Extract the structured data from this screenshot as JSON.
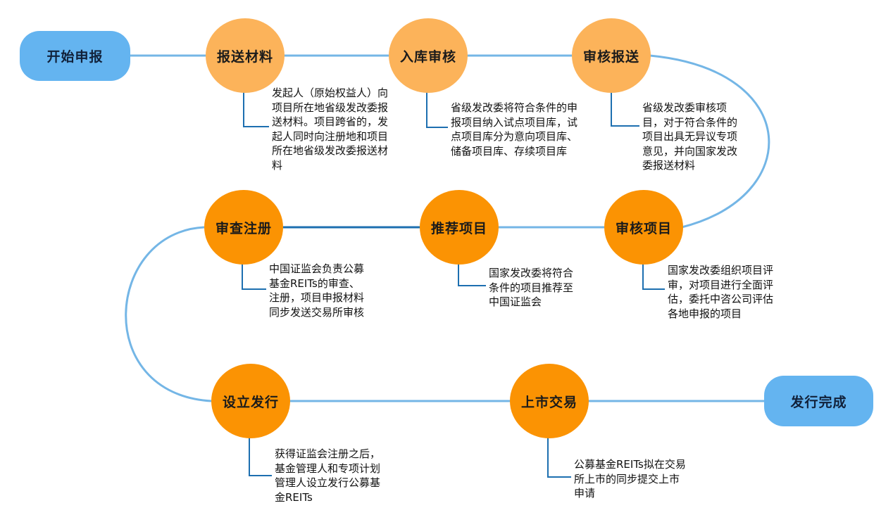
{
  "colors": {
    "connector": "#74b6e6",
    "bracket": "#1d6fb0",
    "node_light": "#fcb35a",
    "node_dark": "#fb9303",
    "terminal": "#64b4f0"
  },
  "start": "开始申报",
  "end": "发行完成",
  "steps": [
    {
      "label": "报送材料",
      "desc": "发起人（原始权益人）向\n项目所在地省级发改委报\n送材料。项目跨省的，发\n起人同时向注册地和项目\n所在地省级发改委报送材\n料"
    },
    {
      "label": "入库审核",
      "desc": "省级发改委将符合条件的申\n报项目纳入试点项目库，试\n点项目库分为意向项目库、\n储备项目库、存续项目库"
    },
    {
      "label": "审核报送",
      "desc": "省级发改委审核项\n目，对于符合条件的\n项目出具无异议专项\n意见，并向国家发改\n委报送材料"
    },
    {
      "label": "审核项目",
      "desc": "国家发改委组织项目评\n审，对项目进行全面评\n估，委托中咨公司评估\n各地申报的项目"
    },
    {
      "label": "推荐项目",
      "desc": "国家发改委将符合\n条件的项目推荐至\n中国证监会"
    },
    {
      "label": "审查注册",
      "desc": "中国证监会负责公募\n基金REITs的审查、\n注册，项目申报材料\n同步发送交易所审核"
    },
    {
      "label": "设立发行",
      "desc": "获得证监会注册之后，\n基金管理人和专项计划\n管理人设立发行公募基\n金REITs"
    },
    {
      "label": "上市交易",
      "desc": "公募基金REITs拟在交易\n所上市的同步提交上市\n申请"
    }
  ]
}
